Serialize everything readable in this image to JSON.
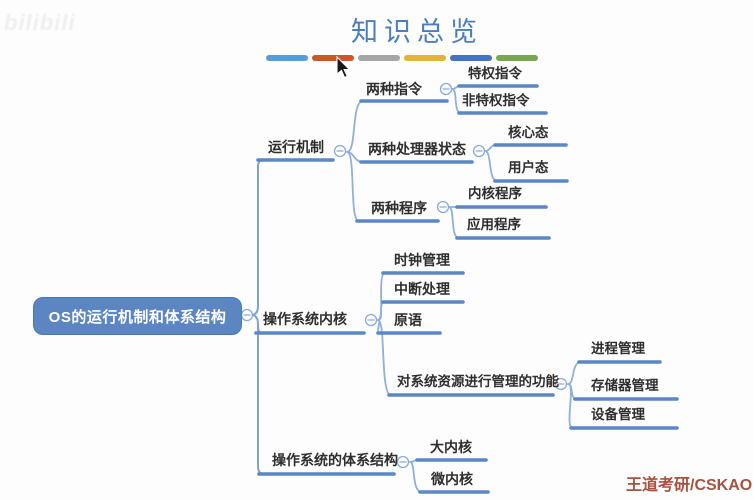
{
  "title": "知识总览",
  "watermark": "bilibili",
  "credit": "王道考研/CSKAO",
  "legend": {
    "colors": [
      "#5b9bd5",
      "#c9572b",
      "#a6a6a6",
      "#e2b23b",
      "#4472c4",
      "#79a653"
    ]
  },
  "map": {
    "root": "OS的运行机制和体系结构",
    "branches": [
      {
        "label": "运行机制",
        "children": [
          {
            "label": "两种指令",
            "children": [
              {
                "label": "特权指令"
              },
              {
                "label": "非特权指令"
              }
            ]
          },
          {
            "label": "两种处理器状态",
            "children": [
              {
                "label": "核心态"
              },
              {
                "label": "用户态"
              }
            ]
          },
          {
            "label": "两种程序",
            "children": [
              {
                "label": "内核程序"
              },
              {
                "label": "应用程序"
              }
            ]
          }
        ]
      },
      {
        "label": "操作系统内核",
        "children": [
          {
            "label": "时钟管理"
          },
          {
            "label": "中断处理"
          },
          {
            "label": "原语"
          },
          {
            "label": "对系统资源进行管理的功能",
            "children": [
              {
                "label": "进程管理"
              },
              {
                "label": "存储器管理"
              },
              {
                "label": "设备管理"
              }
            ]
          }
        ]
      },
      {
        "label": "操作系统的体系结构",
        "children": [
          {
            "label": "大内核"
          },
          {
            "label": "微内核"
          }
        ]
      }
    ]
  }
}
